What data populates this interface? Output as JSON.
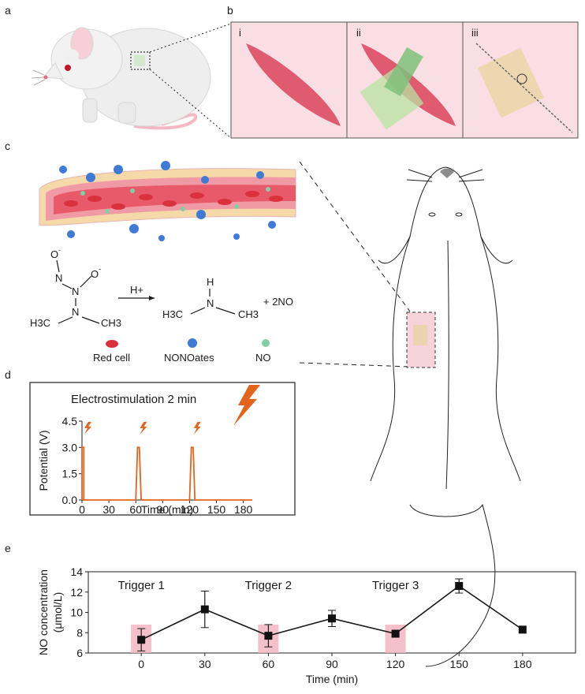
{
  "panels": {
    "a": "a",
    "b": "b",
    "c": "c",
    "d": "d",
    "e": "e"
  },
  "panel_b": {
    "sub": [
      "i",
      "ii",
      "iii"
    ]
  },
  "legend": {
    "red_cell": "Red cell",
    "nonoates": "NONOates",
    "no": "NO"
  },
  "chem": {
    "o_minus_top": "O",
    "o_minus_right": "O",
    "minus": "-",
    "n1": "N",
    "n2": "N",
    "n3": "N",
    "left_group": "H3C",
    "right_group": "CH3",
    "arrow_label": "H+",
    "product_h": "H",
    "product_n": "N",
    "product_left": "H3C",
    "product_right": "CH3",
    "plus_no": "+ 2NO"
  },
  "colors": {
    "vessel": "#e8546a",
    "rbc": "#d9323c",
    "nonoate": "#3e7ad6",
    "no": "#7fd1a4",
    "muscle": "#e05a70",
    "pulse": "#e2641d",
    "trigger": "#f2b5c0"
  },
  "chart_data": [
    {
      "type": "line",
      "title": "Electrostimulation 2 min",
      "xlabel": "Time (min)",
      "ylabel": "Potential (V)",
      "xlim": [
        0,
        190
      ],
      "ylim": [
        0,
        4.5
      ],
      "xticks": [
        0,
        30,
        60,
        90,
        120,
        150,
        180
      ],
      "yticks": [
        0.0,
        1.5,
        3.0,
        4.5
      ],
      "ytick_labels": [
        "0.0",
        "1.5",
        "3.0",
        "4.5"
      ],
      "series": [
        {
          "x": [
            0,
            0,
            2,
            2,
            60,
            62,
            64,
            66,
            120,
            122,
            124,
            126,
            190
          ],
          "y": [
            0,
            3,
            3,
            0,
            0,
            3,
            3,
            0,
            0,
            3,
            3,
            0,
            0
          ]
        }
      ]
    },
    {
      "type": "line",
      "xlabel": "Time (min)",
      "ylabel": "NO concentration (μmol/L)",
      "ylabel_lines": [
        "NO concentration",
        "(μmol/L)"
      ],
      "xlim": [
        -25,
        205
      ],
      "ylim": [
        6,
        14
      ],
      "xticks": [
        0,
        30,
        60,
        90,
        120,
        150,
        180
      ],
      "yticks": [
        6,
        8,
        10,
        12,
        14
      ],
      "annotations": [
        {
          "text": "Trigger 1",
          "x": 0
        },
        {
          "text": "Trigger 2",
          "x": 60
        },
        {
          "text": "Trigger 3",
          "x": 120
        }
      ],
      "series": [
        {
          "x": [
            0,
            30,
            60,
            90,
            120,
            150,
            180
          ],
          "y": [
            7.3,
            10.3,
            7.7,
            9.4,
            7.9,
            12.6,
            8.3
          ],
          "error": [
            1.1,
            1.8,
            1.1,
            0.8,
            0.3,
            0.7,
            0
          ]
        }
      ]
    }
  ]
}
